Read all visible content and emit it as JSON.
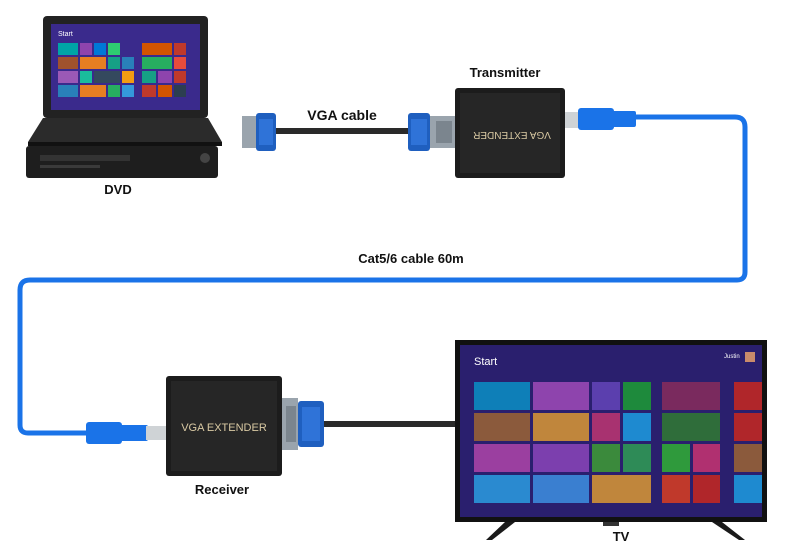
{
  "labels": {
    "dvd": "DVD",
    "transmitter": "Transmitter",
    "vga_cable": "VGA cable",
    "cat_cable": "Cat5/6 cable 60m",
    "receiver": "Receiver",
    "tv": "TV"
  },
  "devices": {
    "transmitter_text": "VGA EXTENDER",
    "receiver_text": "VGA EXTENDER"
  },
  "screens": {
    "laptop_start": "Start",
    "tv_start": "Start",
    "tv_user": "Justin"
  },
  "colors": {
    "cat_cable": "#1a73e8",
    "vga_connector": "#1f5fbf",
    "screen_bg": "#2a1f6e",
    "device_body": "#1c1c1c"
  }
}
